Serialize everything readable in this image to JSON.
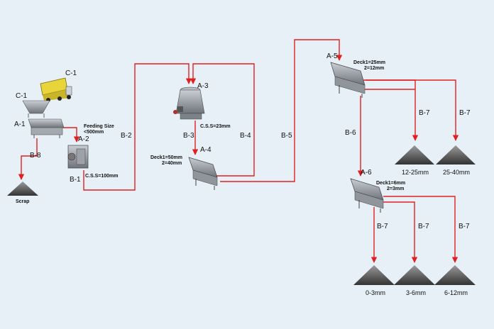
{
  "equipment": {
    "truck": "C-1",
    "hopper": "C-1",
    "feeder": "A-1",
    "jaw_crusher": "A-2",
    "cone_crusher": "A-3",
    "screen_1": "A-4",
    "screen_2": "A-5",
    "screen_3": "A-6"
  },
  "belts": {
    "b1": "B-1",
    "b2": "B-2",
    "b3": "B-3",
    "b4": "B-4",
    "b5": "B-5",
    "b6": "B-6",
    "b8": "B-8",
    "b7a": "B-7",
    "b7b": "B-7",
    "b7c": "B-7",
    "b7d": "B-7",
    "b7e": "B-7"
  },
  "notes": {
    "feed_1": "Feeding Size",
    "feed_2": "<500mm",
    "css_jaw": "C.S.S=100mm",
    "css_cone": "C.S.S=23mm",
    "a4_deck1": "Deck1=50mm",
    "a4_deck2": "2=40mm",
    "a5_deck1": "Deck1=25mm",
    "a5_deck2": "2=12mm",
    "a6_deck1": "Deck1=6mm",
    "a6_deck2": "2=3mm"
  },
  "products": {
    "scrap": "Scrap",
    "p_12_25": "12-25mm",
    "p_25_40": "25-40mm",
    "p_0_3": "0-3mm",
    "p_3_6": "3-6mm",
    "p_6_12": "6-12mm"
  },
  "colors": {
    "background": "#e6f0f6",
    "flow_line": "#e02020",
    "machine": "#8d9399",
    "truck": "#e8d53a"
  },
  "icons": {
    "truck": "dump-truck-icon",
    "hopper": "hopper-icon",
    "feeder": "vibrating-feeder-icon",
    "jaw": "jaw-crusher-icon",
    "cone": "cone-crusher-icon",
    "screen": "vibrating-screen-icon",
    "pile": "stockpile-icon"
  }
}
